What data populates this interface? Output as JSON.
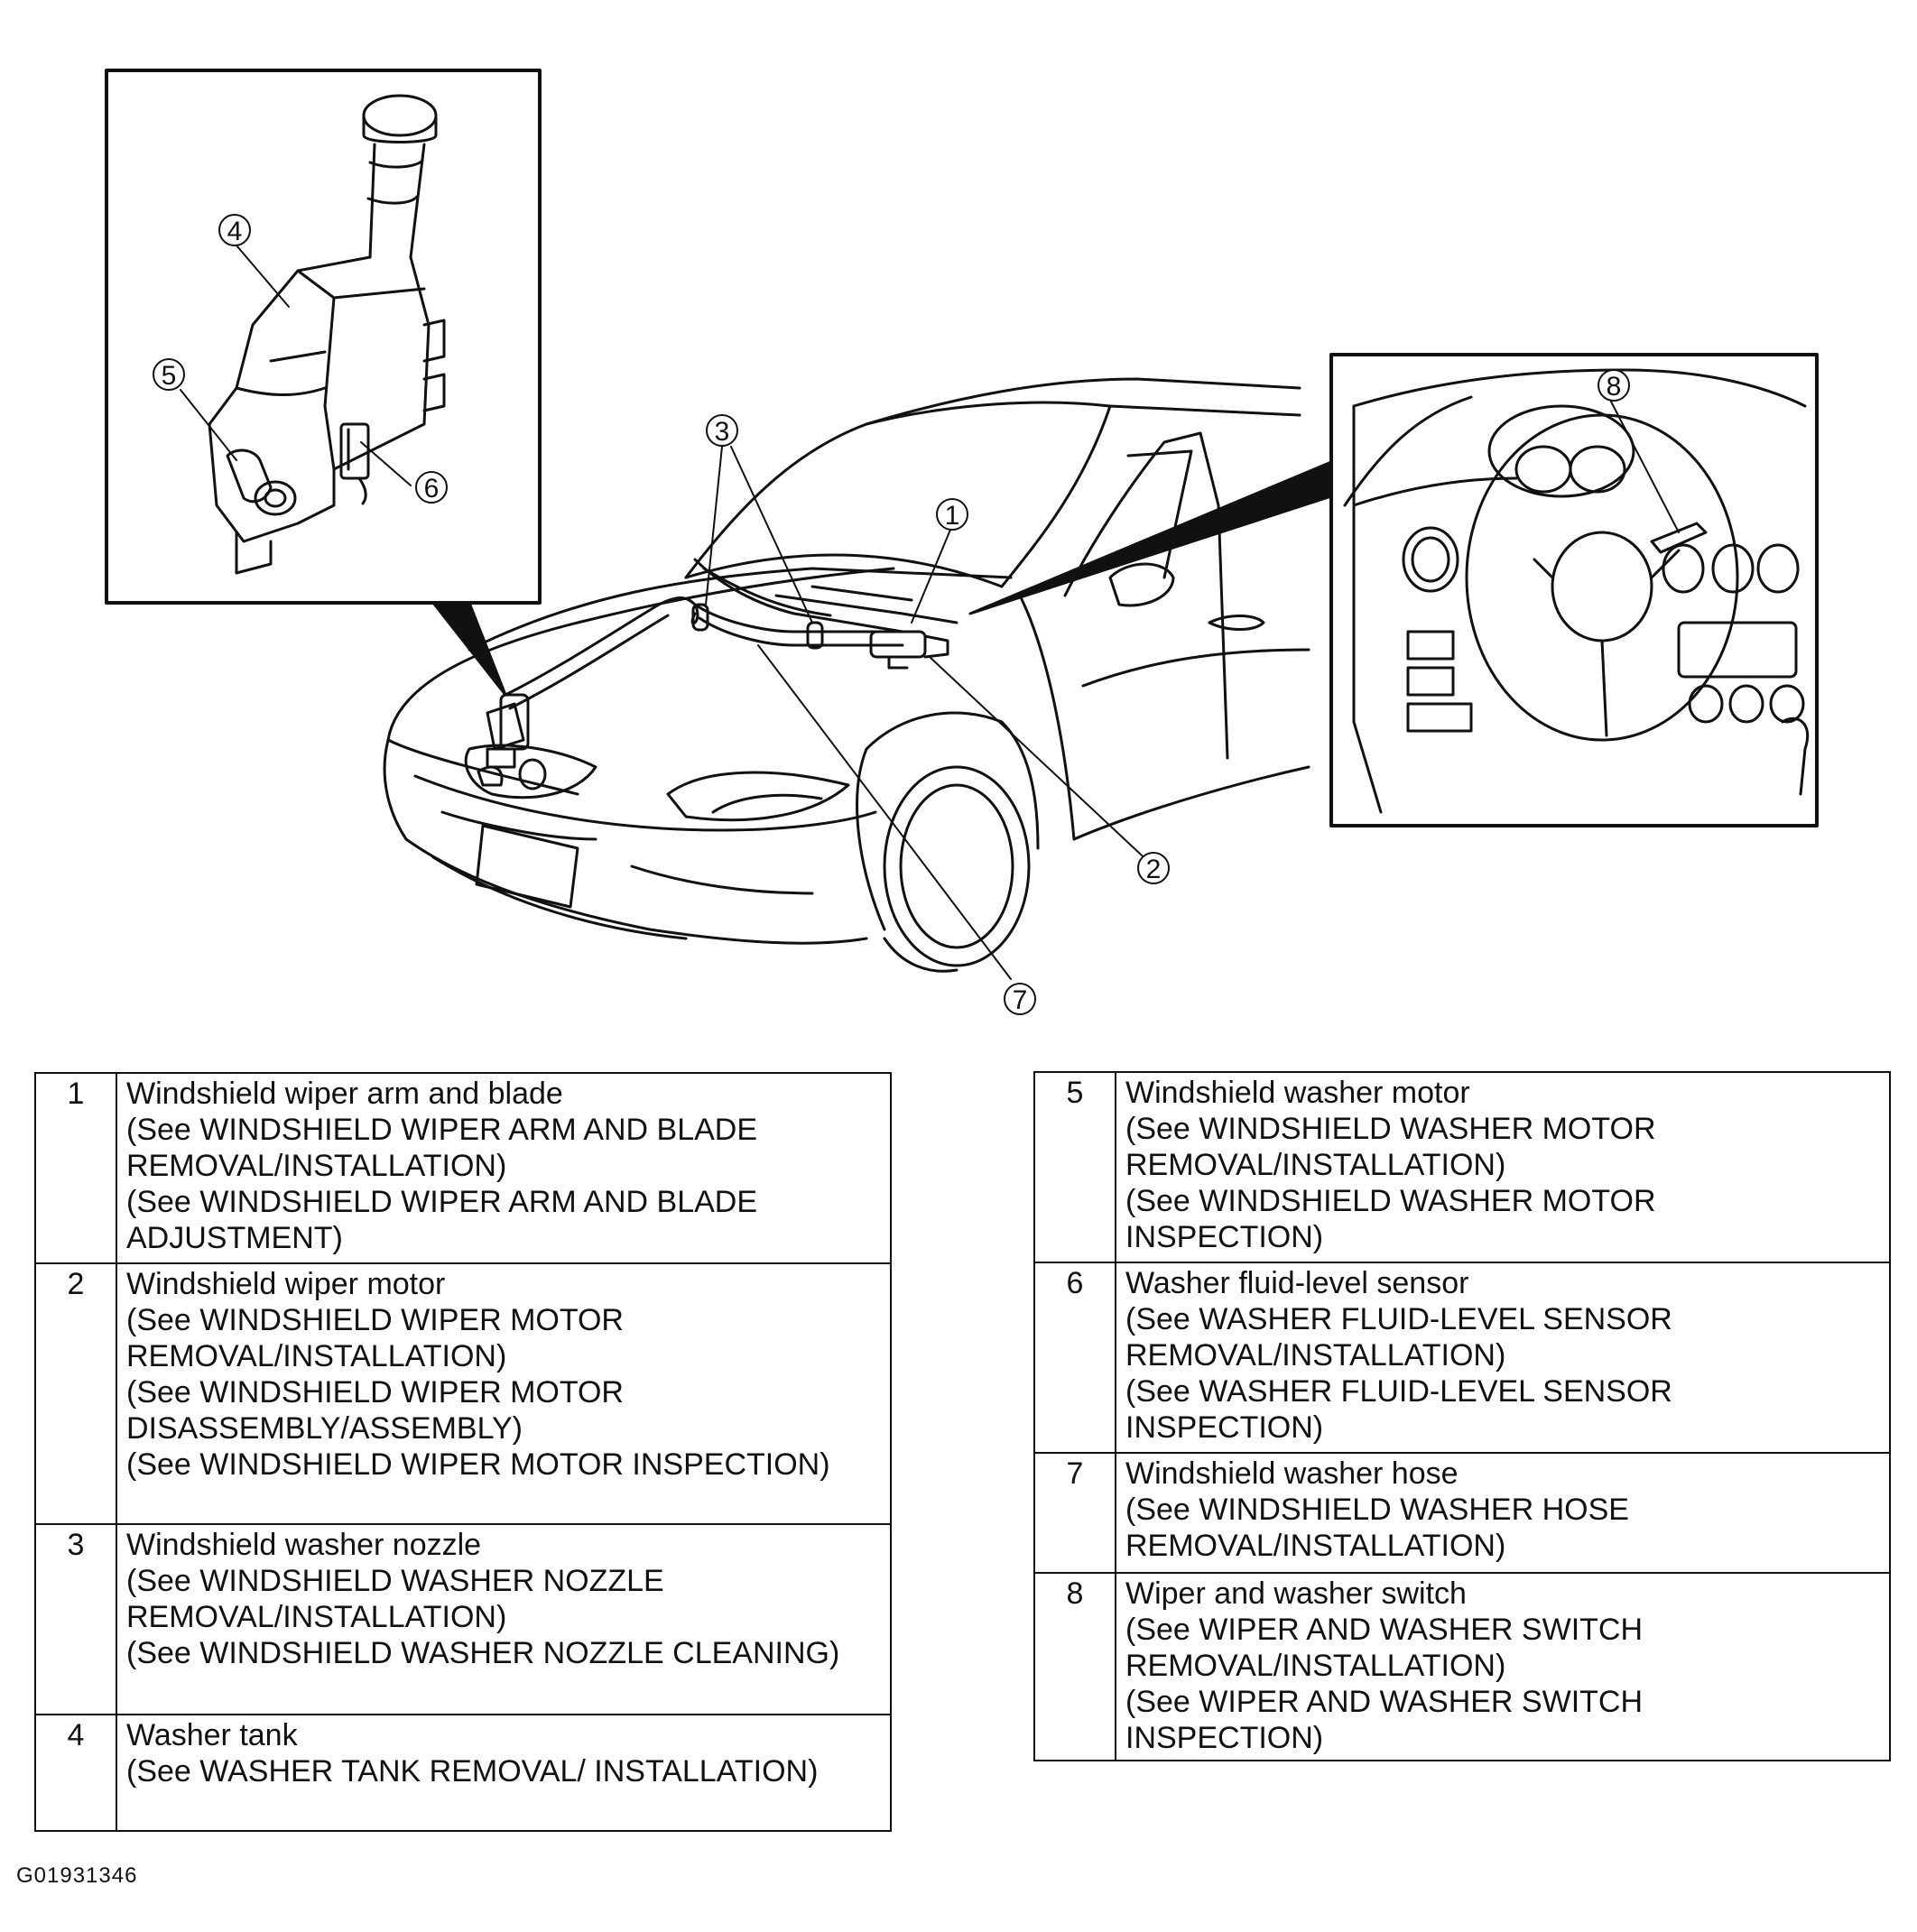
{
  "callouts": [
    "1",
    "2",
    "3",
    "4",
    "5",
    "6",
    "7",
    "8"
  ],
  "components_left": [
    {
      "number": "1",
      "description": "Windshield wiper arm and blade\n(See WINDSHIELD WIPER ARM AND BLADE\nREMOVAL/INSTALLATION)\n(See WINDSHIELD WIPER ARM AND BLADE\nADJUSTMENT)"
    },
    {
      "number": "2",
      "description": "Windshield wiper motor\n(See WINDSHIELD WIPER MOTOR\nREMOVAL/INSTALLATION)\n(See WINDSHIELD WIPER MOTOR\nDISASSEMBLY/ASSEMBLY)\n(See WINDSHIELD WIPER MOTOR INSPECTION)"
    },
    {
      "number": "3",
      "description": "Windshield washer nozzle\n(See WINDSHIELD WASHER NOZZLE\nREMOVAL/INSTALLATION)\n(See WINDSHIELD WASHER NOZZLE CLEANING)"
    },
    {
      "number": "4",
      "description": "Washer tank\n(See WASHER TANK REMOVAL/ INSTALLATION)"
    }
  ],
  "components_right": [
    {
      "number": "5",
      "description": "Windshield washer motor\n(See WINDSHIELD WASHER MOTOR\nREMOVAL/INSTALLATION)\n(See WINDSHIELD WASHER MOTOR\nINSPECTION)"
    },
    {
      "number": "6",
      "description": "Washer fluid-level sensor\n(See WASHER FLUID-LEVEL SENSOR\nREMOVAL/INSTALLATION)\n(See WASHER FLUID-LEVEL SENSOR\nINSPECTION)"
    },
    {
      "number": "7",
      "description": "Windshield washer hose\n(See WINDSHIELD WASHER HOSE\nREMOVAL/INSTALLATION)"
    },
    {
      "number": "8",
      "description": "Wiper and washer switch\n(See WIPER AND WASHER SWITCH\nREMOVAL/INSTALLATION)\n(See WIPER AND WASHER SWITCH\nINSPECTION)"
    }
  ],
  "figure_code": "G01931346"
}
